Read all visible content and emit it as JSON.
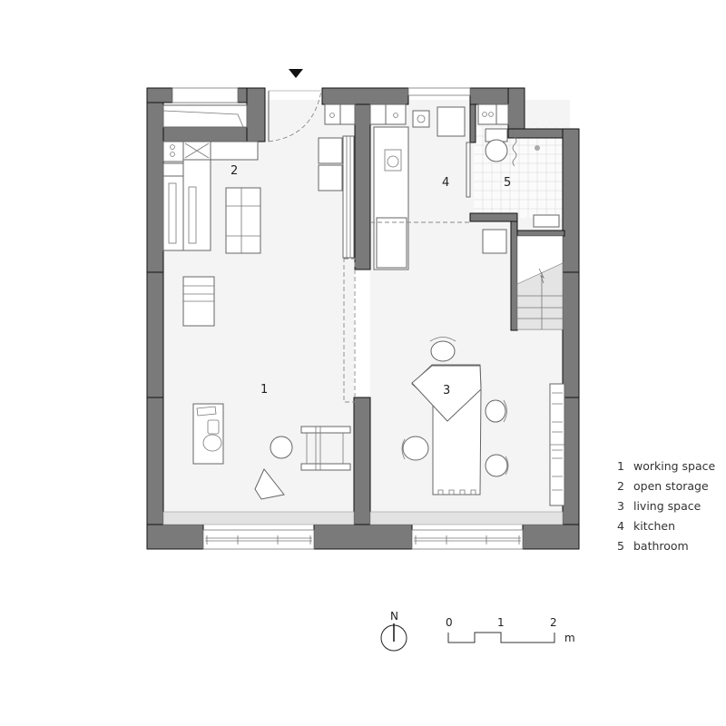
{
  "plan": {
    "rooms": [
      {
        "number": "1",
        "name": "working space"
      },
      {
        "number": "2",
        "name": "open storage"
      },
      {
        "number": "3",
        "name": "living space"
      },
      {
        "number": "4",
        "name": "kitchen"
      },
      {
        "number": "5",
        "name": "bathroom"
      }
    ],
    "entrance_marker": "entrance-arrow"
  },
  "legend": {
    "items": [
      {
        "number": "1",
        "label": "working space"
      },
      {
        "number": "2",
        "label": "open storage"
      },
      {
        "number": "3",
        "label": "living space"
      },
      {
        "number": "4",
        "label": "kitchen"
      },
      {
        "number": "5",
        "label": "bathroom"
      }
    ]
  },
  "north_arrow": {
    "label": "N"
  },
  "scale_bar": {
    "ticks": [
      "0",
      "1",
      "2"
    ],
    "unit": "m"
  },
  "colors": {
    "wall": "#7a7a7a",
    "floor": "#f4f4f4",
    "line": "#666666"
  }
}
